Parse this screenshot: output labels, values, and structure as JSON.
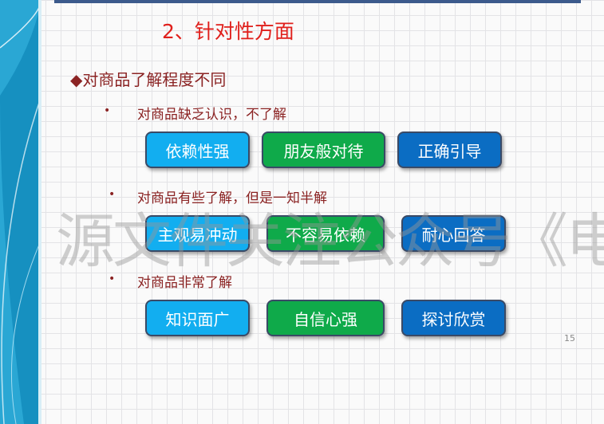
{
  "title": "2、针对性方面",
  "heading": "◆对商品了解程度不同",
  "groups": [
    {
      "bullet": "对商品缺乏认识，不了解",
      "buttons": [
        "依赖性强",
        "朋友般对待",
        "正确引导"
      ]
    },
    {
      "bullet": "对商品有些了解，但是一知半解",
      "buttons": [
        "主观易冲动",
        "不容易依赖",
        "耐心回答"
      ]
    },
    {
      "bullet": "对商品非常了解",
      "buttons": [
        "知识面广",
        "自信心强",
        "探讨欣赏"
      ]
    }
  ],
  "bullet_symbol": "•",
  "watermark": "源文件关注公众号《电商客管说》",
  "page_number": "15",
  "colors": {
    "title": "#e0201c",
    "text": "#8b2323",
    "light_blue": "#12aef0",
    "green": "#0faa4a",
    "blue": "#0b6dc3"
  }
}
